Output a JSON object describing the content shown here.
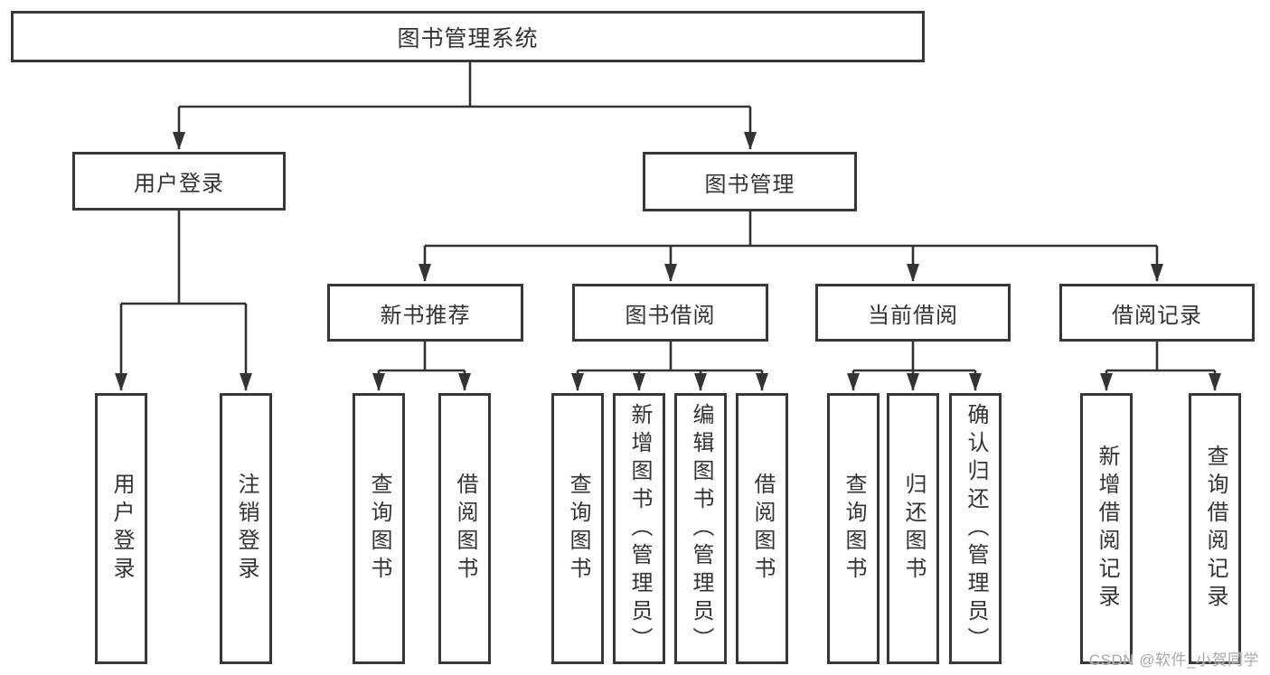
{
  "tree": {
    "root": {
      "label": "图书管理系统",
      "children": [
        {
          "label": "用户登录",
          "children": [
            {
              "label": "用户登录"
            },
            {
              "label": "注销登录"
            }
          ]
        },
        {
          "label": "图书管理",
          "children": [
            {
              "label": "新书推荐",
              "children": [
                {
                  "label": "查询图书"
                },
                {
                  "label": "借阅图书"
                }
              ]
            },
            {
              "label": "图书借阅",
              "children": [
                {
                  "label": "查询图书"
                },
                {
                  "label": "新增图书（管理员）"
                },
                {
                  "label": "编辑图书（管理员）"
                },
                {
                  "label": "借阅图书"
                }
              ]
            },
            {
              "label": "当前借阅",
              "children": [
                {
                  "label": "查询图书"
                },
                {
                  "label": "归还图书"
                },
                {
                  "label": "确认归还（管理员）"
                }
              ]
            },
            {
              "label": "借阅记录",
              "children": [
                {
                  "label": "新增借阅记录"
                },
                {
                  "label": "查询借阅记录"
                }
              ]
            }
          ]
        }
      ]
    }
  },
  "watermark": {
    "text": "CSDN @软件_小贺同学"
  },
  "colors": {
    "line": "#333333",
    "border": "#383838",
    "text": "#333333",
    "watermark": "#a9a9a9",
    "background": "#ffffff"
  }
}
